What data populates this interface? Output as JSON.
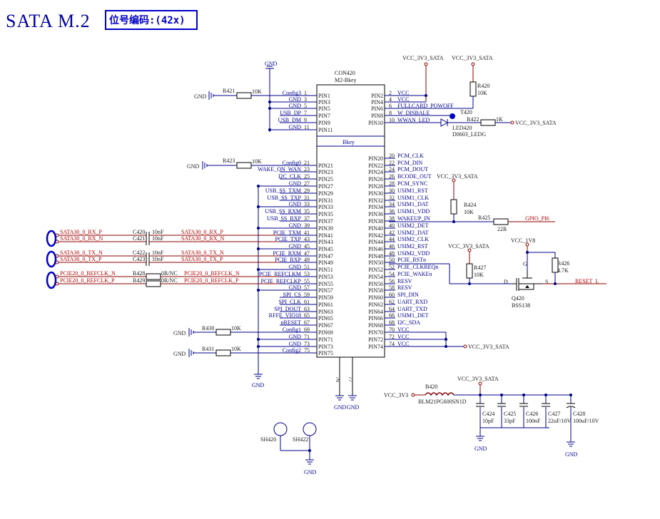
{
  "header": {
    "title": "SATA M.2",
    "tag": "位号编码:(42x)"
  },
  "connector": {
    "refdes": "CON420",
    "part": "M2-Bkey",
    "key_label": "Bkey",
    "left_pins": [
      {
        "n": "1",
        "pin": "PIN1",
        "net": "Config3"
      },
      {
        "n": "3",
        "pin": "PIN3",
        "net": "GND"
      },
      {
        "n": "5",
        "pin": "PIN5",
        "net": "GND"
      },
      {
        "n": "7",
        "pin": "PIN7",
        "net": "USB_DP"
      },
      {
        "n": "9",
        "pin": "PIN9",
        "net": "USB_DM"
      },
      {
        "n": "11",
        "pin": "PIN11",
        "net": "GND"
      },
      {
        "n": "21",
        "pin": "PIN21",
        "net": "Config0"
      },
      {
        "n": "23",
        "pin": "PIN23",
        "net": "WAKE_ON_WAN"
      },
      {
        "n": "25",
        "pin": "PIN25",
        "net": "I2C_CLK"
      },
      {
        "n": "27",
        "pin": "PIN27",
        "net": "GND"
      },
      {
        "n": "29",
        "pin": "PIN29",
        "net": "USB_SS_TXM"
      },
      {
        "n": "31",
        "pin": "PIN31",
        "net": "USB_SS_TXP"
      },
      {
        "n": "33",
        "pin": "PIN33",
        "net": "GND"
      },
      {
        "n": "35",
        "pin": "PIN35",
        "net": "USB_SS_RXM"
      },
      {
        "n": "37",
        "pin": "PIN37",
        "net": "USB_SS_RXP"
      },
      {
        "n": "39",
        "pin": "PIN39",
        "net": "GND"
      },
      {
        "n": "41",
        "pin": "PIN41",
        "net": "PCIE_TXM"
      },
      {
        "n": "43",
        "pin": "PIN43",
        "net": "PCIE_TXP"
      },
      {
        "n": "45",
        "pin": "PIN45",
        "net": "GND"
      },
      {
        "n": "47",
        "pin": "PIN47",
        "net": "PCIE_RXM"
      },
      {
        "n": "49",
        "pin": "PIN49",
        "net": "PCIE_RXP"
      },
      {
        "n": "51",
        "pin": "PIN51",
        "net": "GND"
      },
      {
        "n": "53",
        "pin": "PIN53",
        "net": "PCIE_REFCLKM"
      },
      {
        "n": "55",
        "pin": "PIN55",
        "net": "PCIE_REFCLKP"
      },
      {
        "n": "57",
        "pin": "PIN57",
        "net": "GND"
      },
      {
        "n": "59",
        "pin": "PIN59",
        "net": "SPI_CS"
      },
      {
        "n": "61",
        "pin": "PIN61",
        "net": "SPI_CLK"
      },
      {
        "n": "63",
        "pin": "PIN63",
        "net": "SPI_DOUT"
      },
      {
        "n": "65",
        "pin": "PIN65",
        "net": "RFFE_VIO18"
      },
      {
        "n": "67",
        "pin": "PIN67",
        "net": "nRESET"
      },
      {
        "n": "69",
        "pin": "PIN69",
        "net": "Config1"
      },
      {
        "n": "71",
        "pin": "PIN71",
        "net": "GND"
      },
      {
        "n": "73",
        "pin": "PIN73",
        "net": "GND"
      },
      {
        "n": "75",
        "pin": "PIN75",
        "net": "Config2"
      }
    ],
    "right_pins": [
      {
        "n": "2",
        "pin": "PIN2",
        "net": "VCC"
      },
      {
        "n": "4",
        "pin": "PIN4",
        "net": "VCC"
      },
      {
        "n": "6",
        "pin": "PIN6",
        "net": "FULLCARD_POWOFF"
      },
      {
        "n": "8",
        "pin": "PIN8",
        "net": "W_DISBALE"
      },
      {
        "n": "10",
        "pin": "PIN10",
        "net": "WWAN_LED"
      },
      {
        "n": "20",
        "pin": "PIN20",
        "net": "PCM_CLK"
      },
      {
        "n": "22",
        "pin": "PIN22",
        "net": "PCM_DIN"
      },
      {
        "n": "24",
        "pin": "PIN24",
        "net": "PCM_DOUT"
      },
      {
        "n": "26",
        "pin": "PIN26",
        "net": "BCODE_OUT"
      },
      {
        "n": "28",
        "pin": "PIN28",
        "net": "PCM_SYNC"
      },
      {
        "n": "30",
        "pin": "PIN30",
        "net": "USIM1_RST"
      },
      {
        "n": "32",
        "pin": "PIN32",
        "net": "USIM1_CLK"
      },
      {
        "n": "34",
        "pin": "PIN34",
        "net": "USIM1_DAT"
      },
      {
        "n": "36",
        "pin": "PIN36",
        "net": "USIM1_VDD"
      },
      {
        "n": "38",
        "pin": "PIN38",
        "net": "WAKEUP_IN"
      },
      {
        "n": "40",
        "pin": "PIN40",
        "net": "USIM2_DET"
      },
      {
        "n": "42",
        "pin": "PIN42",
        "net": "USIM2_DAT"
      },
      {
        "n": "44",
        "pin": "PIN44",
        "net": "USIM2_CLK"
      },
      {
        "n": "46",
        "pin": "PIN46",
        "net": "USIM2_RST"
      },
      {
        "n": "48",
        "pin": "PIN48",
        "net": "USIM2_VDD"
      },
      {
        "n": "50",
        "pin": "PIN50",
        "net": "PCIE_RSTn"
      },
      {
        "n": "52",
        "pin": "PIN52",
        "net": "PCIE_CLKREQn"
      },
      {
        "n": "54",
        "pin": "PIN54",
        "net": "PCIE_WAKEn"
      },
      {
        "n": "56",
        "pin": "PIN56",
        "net": "RESV"
      },
      {
        "n": "58",
        "pin": "PIN58",
        "net": "RESV"
      },
      {
        "n": "60",
        "pin": "PIN60",
        "net": "SPI_DIN"
      },
      {
        "n": "62",
        "pin": "PIN62",
        "net": "UART_RXD"
      },
      {
        "n": "64",
        "pin": "PIN64",
        "net": "UART_TXD"
      },
      {
        "n": "66",
        "pin": "PIN66",
        "net": "USIM1_DET"
      },
      {
        "n": "68",
        "pin": "PIN68",
        "net": "I2C_SDA"
      },
      {
        "n": "70",
        "pin": "PIN70",
        "net": "VCC"
      },
      {
        "n": "72",
        "pin": "PIN72",
        "net": "VCC"
      },
      {
        "n": "74",
        "pin": "PIN74",
        "net": "VCC"
      }
    ],
    "bottom_pins": [
      "76",
      "77"
    ]
  },
  "nets": {
    "vcc_3v3_sata": "VCC_3V3_SATA",
    "vcc_3v3": "VCC_3V3",
    "vcc_1v8": "VCC_1V8",
    "gnd": "GND",
    "gpio": "GPIO_PI6",
    "reset": "RESET_L",
    "sata_rx_p": "SATA30_0_RX_P",
    "sata_rx_n": "SATA30_0_RX_N",
    "sata_tx_n": "SATA30_0_TX_N",
    "sata_tx_p": "SATA30_0_TX_P",
    "refclk_n": "PCIE20_0_REFCLK_N",
    "refclk_p": "PCIE20_0_REFCLK_P"
  },
  "resistors": {
    "r421": {
      "ref": "R421",
      "val": "10K"
    },
    "r423": {
      "ref": "R423",
      "val": "10K"
    },
    "r430": {
      "ref": "R430",
      "val": "10K"
    },
    "r431": {
      "ref": "R431",
      "val": "10K"
    },
    "r420": {
      "ref": "R420",
      "val": "10K"
    },
    "r422": {
      "ref": "R422",
      "val": "1K"
    },
    "r424": {
      "ref": "R424",
      "val": "10K"
    },
    "r425": {
      "ref": "R425",
      "val": "22R"
    },
    "r427": {
      "ref": "R427",
      "val": "10K"
    },
    "r426": {
      "ref": "R426",
      "val": "4.7K"
    },
    "r428": {
      "ref": "R428",
      "val": "0R/NC"
    },
    "r429": {
      "ref": "R429",
      "val": "0R/NC"
    }
  },
  "caps_ac": {
    "c420": {
      "ref": "C420",
      "val": "10nF"
    },
    "c421": {
      "ref": "C421",
      "val": "10nF"
    },
    "c422": {
      "ref": "C422",
      "val": "10nF"
    },
    "c423": {
      "ref": "C423",
      "val": "10nF"
    }
  },
  "led": {
    "ref": "LED420",
    "part": "D0603_LEDG",
    "tp": "T420"
  },
  "mosfet": {
    "ref": "Q420",
    "part": "BSS138",
    "g": "G",
    "d": "D",
    "s": "S"
  },
  "bead": {
    "ref": "B420",
    "part": "BLM21PG600SN1D"
  },
  "decaps": [
    {
      "ref": "C424",
      "val": "10pF"
    },
    {
      "ref": "C425",
      "val": "33pF"
    },
    {
      "ref": "C426",
      "val": "100nF"
    },
    {
      "ref": "C427",
      "val": "22uF/10V"
    },
    {
      "ref": "C428",
      "val": "100uF/10V"
    }
  ],
  "mounting": [
    {
      "ref": "SH420"
    },
    {
      "ref": "SH422"
    }
  ]
}
